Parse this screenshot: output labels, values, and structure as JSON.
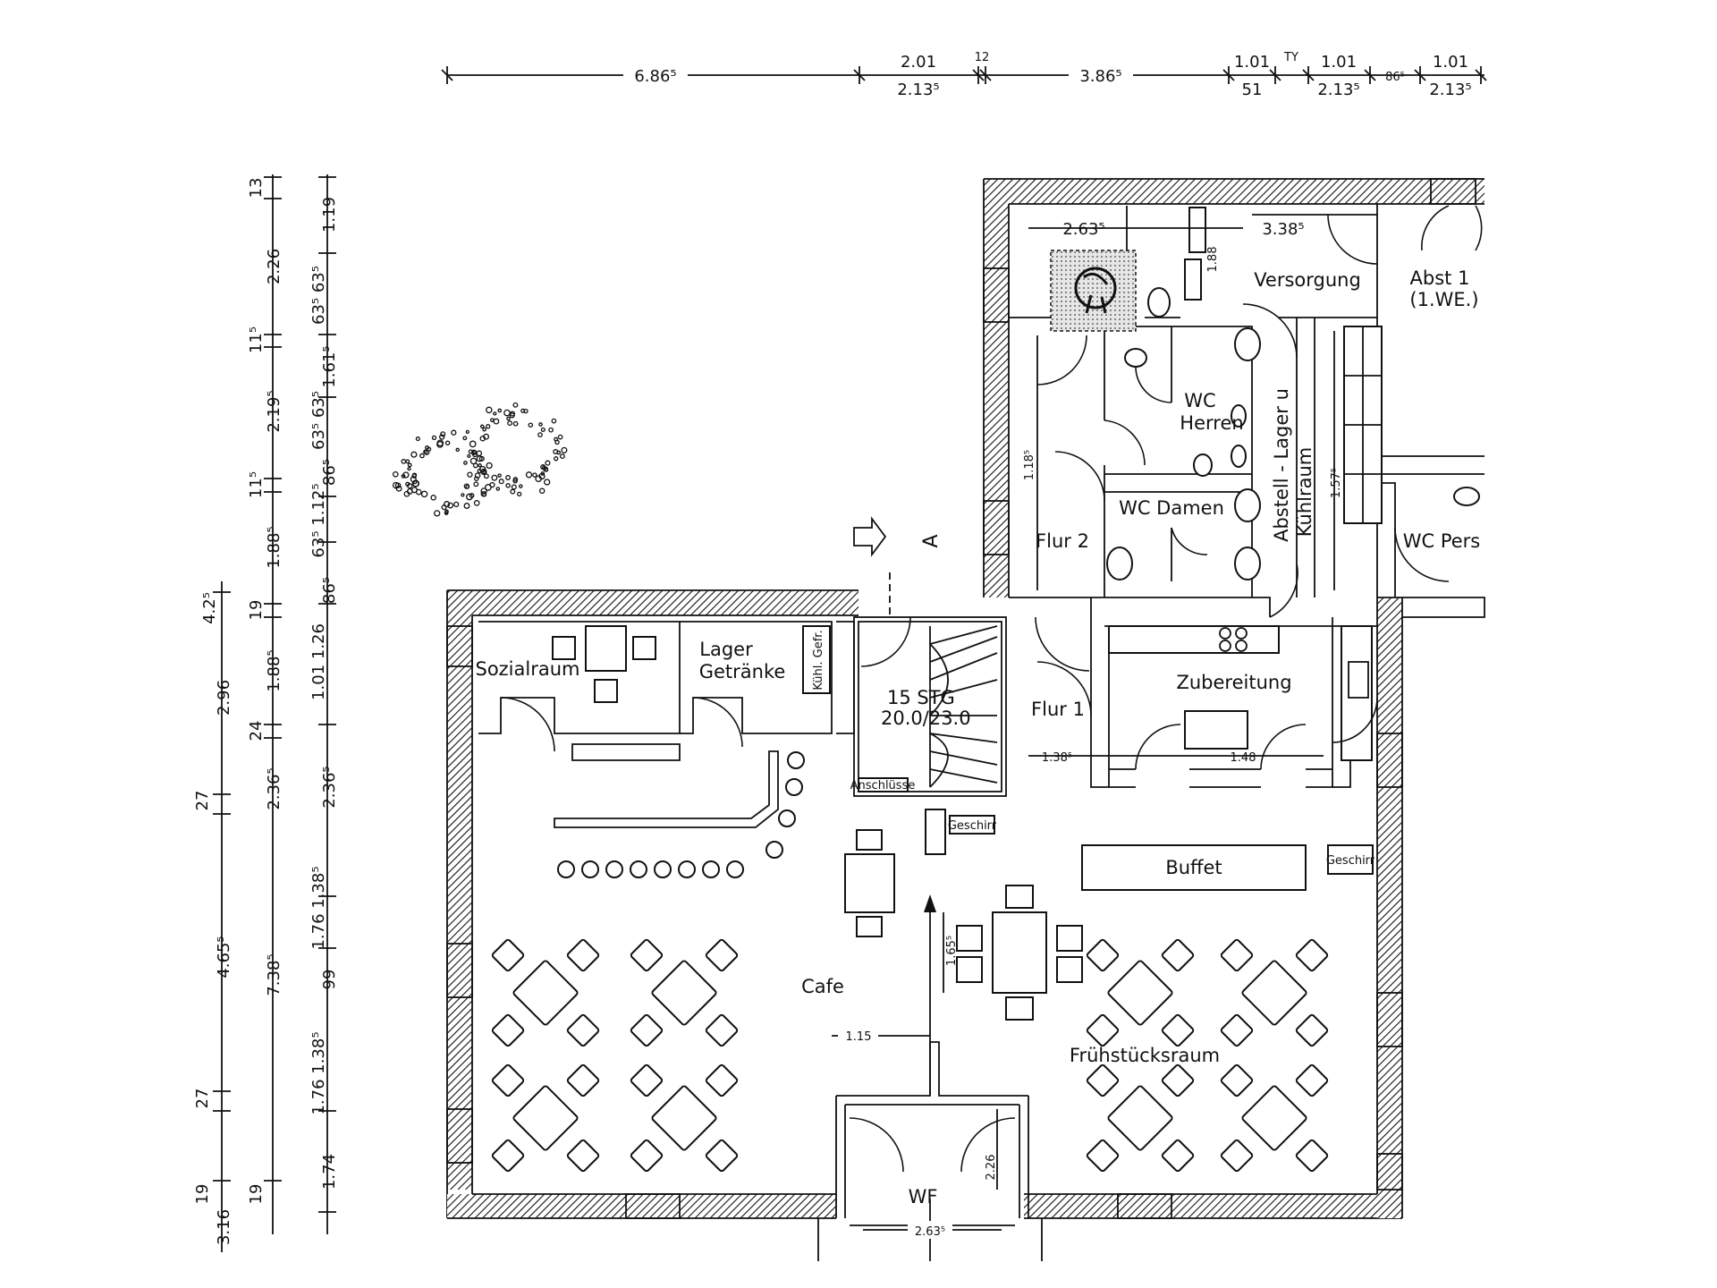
{
  "plan": {
    "rooms": [
      {
        "id": "sozialraum",
        "label": "Sozialraum"
      },
      {
        "id": "lager-line1",
        "label": "Lager"
      },
      {
        "id": "lager-line2",
        "label": "Getränke"
      },
      {
        "id": "stair-line1",
        "label": "15 STG"
      },
      {
        "id": "stair-line2",
        "label": "20.0/23.0"
      },
      {
        "id": "flur1",
        "label": "Flur 1"
      },
      {
        "id": "flur2",
        "label": "Flur 2"
      },
      {
        "id": "zubereitung",
        "label": "Zubereitung"
      },
      {
        "id": "versorgung",
        "label": "Versorgung"
      },
      {
        "id": "abst1-line1",
        "label": "Abst 1"
      },
      {
        "id": "abst1-line2",
        "label": "(1.WE.)"
      },
      {
        "id": "wc-herren-line1",
        "label": "WC"
      },
      {
        "id": "wc-herren-line2",
        "label": "Herren"
      },
      {
        "id": "wc-damen",
        "label": "WC Damen"
      },
      {
        "id": "abstell-line1",
        "label": "Abstell - Lager u"
      },
      {
        "id": "abstell-line2",
        "label": "Kühlraum"
      },
      {
        "id": "wc-pers",
        "label": "WC Pers"
      },
      {
        "id": "buffet",
        "label": "Buffet"
      },
      {
        "id": "cafe",
        "label": "Cafe"
      },
      {
        "id": "fruehstuecksraum",
        "label": "Frühstücksraum"
      },
      {
        "id": "wf",
        "label": "WF"
      }
    ],
    "small_labels": {
      "geschirr1": "Geschirr",
      "geschirr2": "Geschirr",
      "kuehl_gefr": "Kühl. Gefr.",
      "anschluss": "Anschlüsse",
      "section": "A"
    },
    "top_dimensions": {
      "d1": "6.86⁵",
      "d2a": "2.01",
      "d2b": "2.13⁵",
      "d3": "12",
      "d4": "3.86⁵",
      "d5a": "1.01",
      "d5b": "51",
      "d6": "TY",
      "d7a": "1.01",
      "d7b": "2.13⁵",
      "d8": "86⁵",
      "d9a": "1.01",
      "d9b": "2.13⁵"
    },
    "interior_dimensions": {
      "i1": "2.63⁵",
      "i2": "3.38⁵",
      "i3": "1.88",
      "i4": "1.18⁵",
      "i5": "1.57⁵",
      "i6": "1.38⁵",
      "i7": "1.48",
      "i8": "1.65⁵",
      "i9": "1.15",
      "i10": "2.26",
      "i11": "2.63⁵"
    },
    "left_dimensions": {
      "col1": [
        "4.2⁵",
        "2.96",
        "27",
        "4.65⁵",
        "27",
        "3.16",
        "19"
      ],
      "col2": [
        "13",
        "2.26",
        "11⁵",
        "2.19⁵",
        "11⁵",
        "1.88⁵",
        "19",
        "1.88⁵",
        "24",
        "2.36⁵",
        "7.38⁵",
        "19"
      ],
      "col3": [
        "1.19",
        "63⁵ 63⁵",
        "1.61⁵",
        "63⁵ 63⁵",
        "86⁵",
        "63⁵ 1.12⁵",
        "86⁵",
        "1.01 1.26",
        "2.36⁵",
        "1.76 1.38⁵",
        "99",
        "1.76 1.38⁵",
        "1.74"
      ]
    }
  }
}
